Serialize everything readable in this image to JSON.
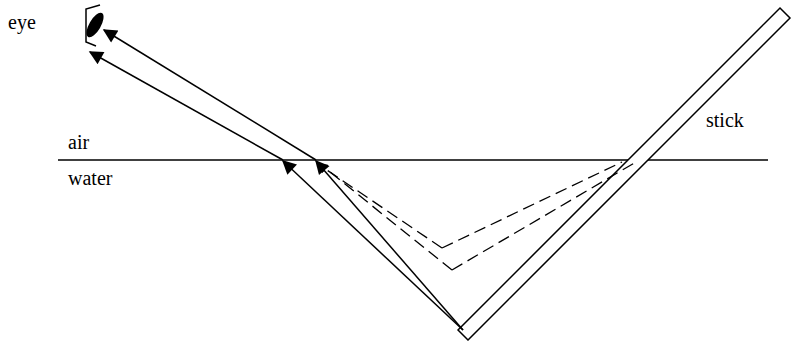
{
  "diagram": {
    "labels": [
      "eye",
      "air",
      "water",
      "stick"
    ]
  }
}
